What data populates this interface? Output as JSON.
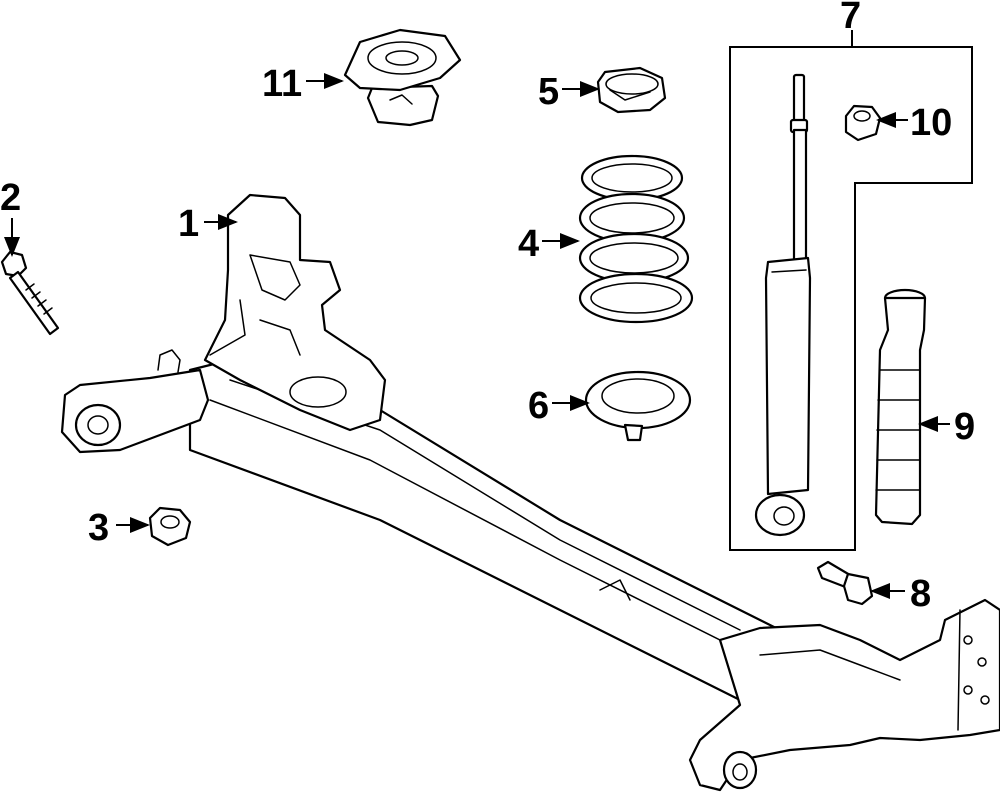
{
  "callouts": [
    {
      "id": "1",
      "part": "rear-axle-beam"
    },
    {
      "id": "2",
      "part": "pivot-bolt"
    },
    {
      "id": "3",
      "part": "pivot-nut"
    },
    {
      "id": "4",
      "part": "coil-spring"
    },
    {
      "id": "5",
      "part": "upper-spring-insulator"
    },
    {
      "id": "6",
      "part": "lower-spring-insulator"
    },
    {
      "id": "7",
      "part": "shock-absorber-assembly"
    },
    {
      "id": "8",
      "part": "shock-lower-bolt"
    },
    {
      "id": "9",
      "part": "bump-stop"
    },
    {
      "id": "10",
      "part": "shock-upper-nut"
    },
    {
      "id": "11",
      "part": "upper-shock-mount"
    }
  ]
}
